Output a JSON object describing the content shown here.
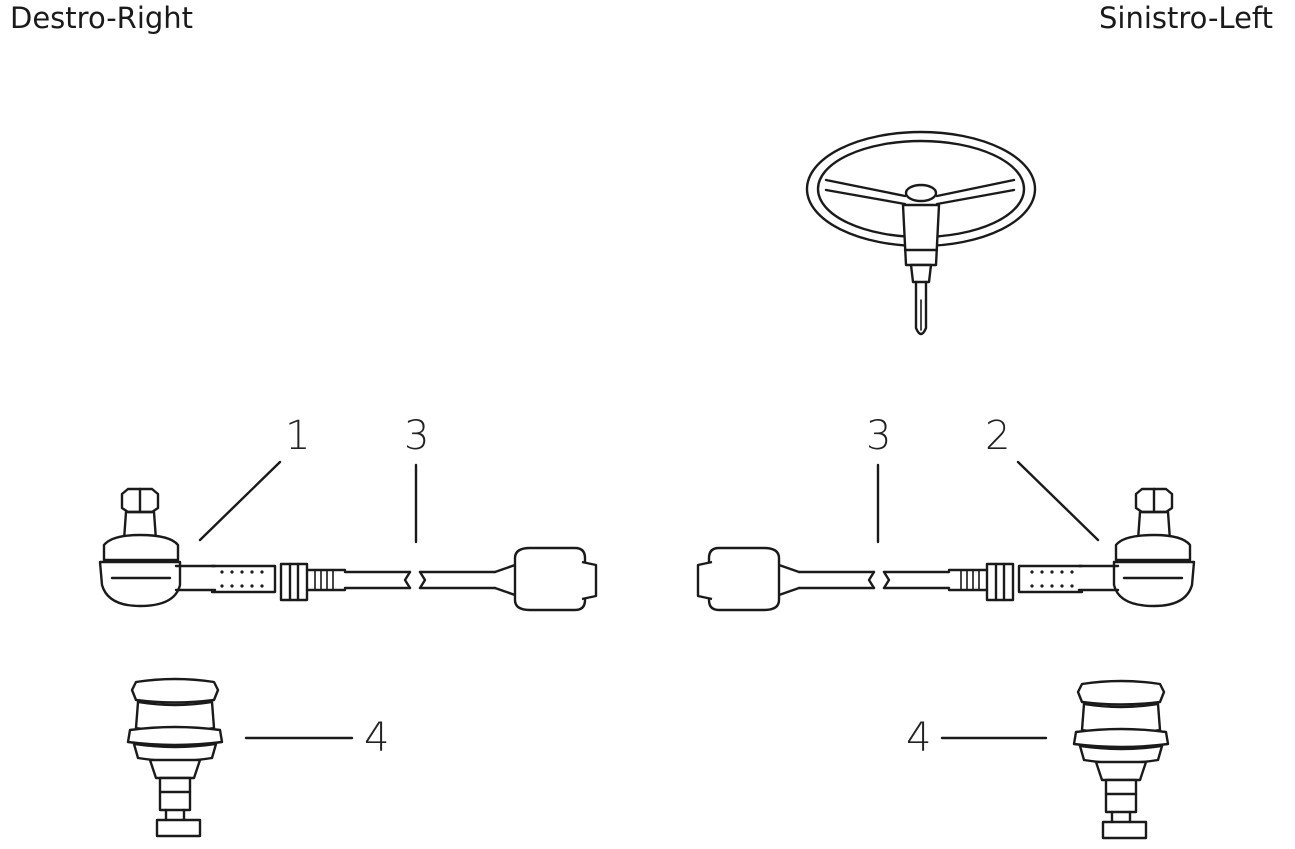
{
  "labels": {
    "right": "Destro-Right",
    "left": "Sinistro-Left"
  },
  "callouts": {
    "tie_rod_end_right": "1",
    "tie_rod_end_left": "2",
    "tie_rod_right": "3",
    "tie_rod_left": "3",
    "ball_joint_right": "4",
    "ball_joint_left": "4"
  },
  "icons": {
    "steering_wheel": "steering-wheel-icon",
    "tie_rod_assembly": "tie-rod-icon",
    "ball_joint": "ball-joint-icon"
  },
  "colors": {
    "ink": "#1a1a1a",
    "background": "#ffffff"
  }
}
